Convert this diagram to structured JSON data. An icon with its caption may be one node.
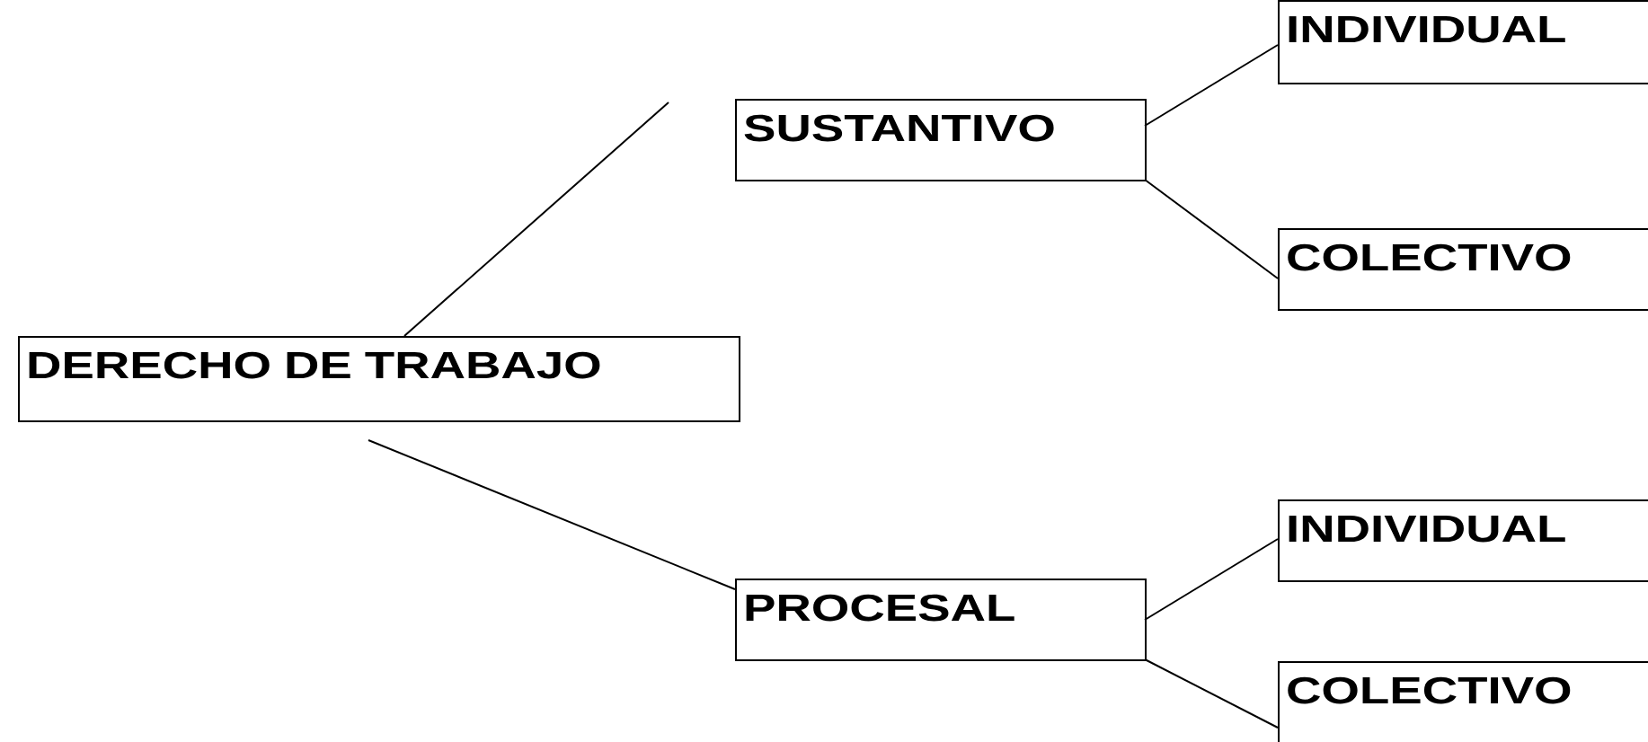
{
  "diagram": {
    "nodes": [
      {
        "text": [
          "DERECHO DE TRABAJO"
        ]
      },
      {
        "text": [
          "SUSTANTIVO"
        ]
      },
      {
        "text": [
          "INDIVIDUAL"
        ]
      },
      {
        "text": [
          "COLECTIVO"
        ]
      },
      {
        "text": [
          "PROCESAL"
        ]
      },
      {
        "text": [
          "INDIVIDUAL"
        ]
      },
      {
        "text": [
          "COLECTIVO"
        ]
      }
    ],
    "edges": [
      {
        "from": 0,
        "to": 1,
        "arrow": "none"
      },
      {
        "from": 0,
        "to": 4,
        "arrow": "none"
      },
      {
        "from": 1,
        "to": 2,
        "arrow": "none"
      },
      {
        "from": 1,
        "to": 3,
        "arrow": "none"
      },
      {
        "from": 4,
        "to": 5,
        "arrow": "none"
      },
      {
        "from": 4,
        "to": 6,
        "arrow": "none"
      }
    ]
  }
}
